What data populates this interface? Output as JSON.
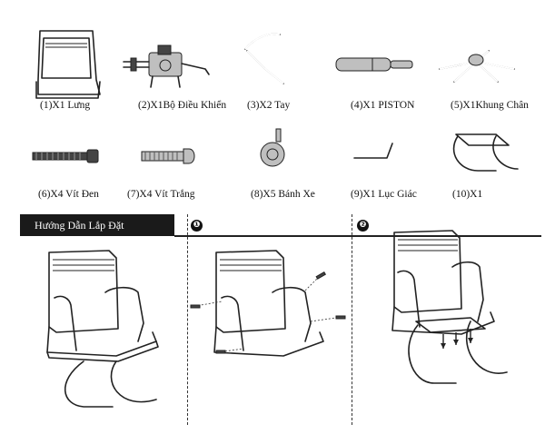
{
  "parts": [
    {
      "id": "backrest",
      "caption": "(1)X1 Lưng"
    },
    {
      "id": "controller",
      "caption": "(2)X1Bộ Điều Khiển"
    },
    {
      "id": "armrest",
      "caption": "(3)X2 Tay"
    },
    {
      "id": "piston",
      "caption": "(4)X1 PISTON"
    },
    {
      "id": "base",
      "caption": "(5)X1Khung Chân"
    },
    {
      "id": "black-screw",
      "caption": "(6)X4 Vít Đen"
    },
    {
      "id": "white-screw",
      "caption": "(7)X4 Vít Trắng"
    },
    {
      "id": "caster",
      "caption": "(8)X5 Bánh Xe"
    },
    {
      "id": "hex-key",
      "caption": "(9)X1 Lục Giác"
    },
    {
      "id": "sled-frame",
      "caption": "(10)X1"
    }
  ],
  "guide": {
    "title": "Hướng Dẫn Lắp Đặt",
    "steps": [
      "❶",
      "❷"
    ]
  }
}
